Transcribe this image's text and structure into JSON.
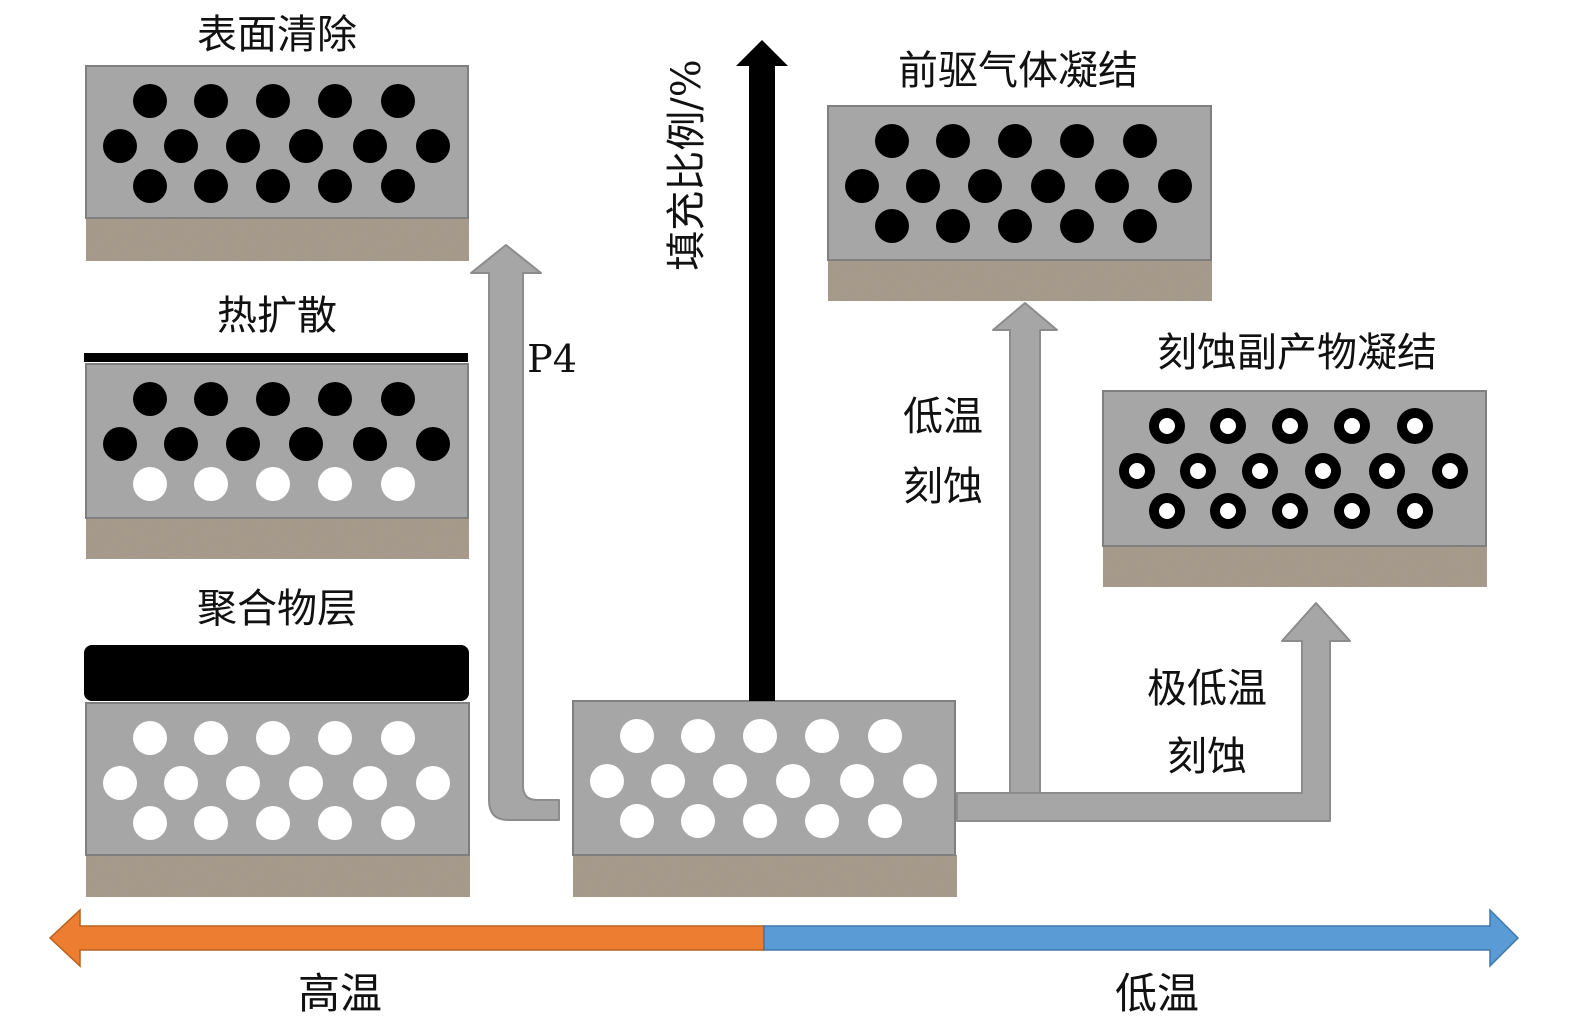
{
  "labels": {
    "surface_clean": "表面清除",
    "thermal_diffusion": "热扩散",
    "polymer_layer": "聚合物层",
    "precursor_condense": "前驱气体凝结",
    "byproduct_condense": "刻蚀副产物凝结",
    "fill_ratio_axis": "填充比例/%",
    "p4": "P4",
    "low_temp_etch_line1": "低温",
    "low_temp_etch_line2": "刻蚀",
    "ultra_low_temp_etch_line1": "极低温",
    "ultra_low_temp_etch_line2": "刻蚀",
    "high_temp": "高温",
    "low_temp": "低温"
  },
  "colors": {
    "block_fill": "#a6a6a6",
    "block_border": "#7f7f7f",
    "substrate": "#a89b8c",
    "arrow_gray": "#a6a6a6",
    "hot": "#ed7d31",
    "cold": "#5b9bd5",
    "pore_filled": "#000000",
    "pore_empty": "#ffffff"
  }
}
